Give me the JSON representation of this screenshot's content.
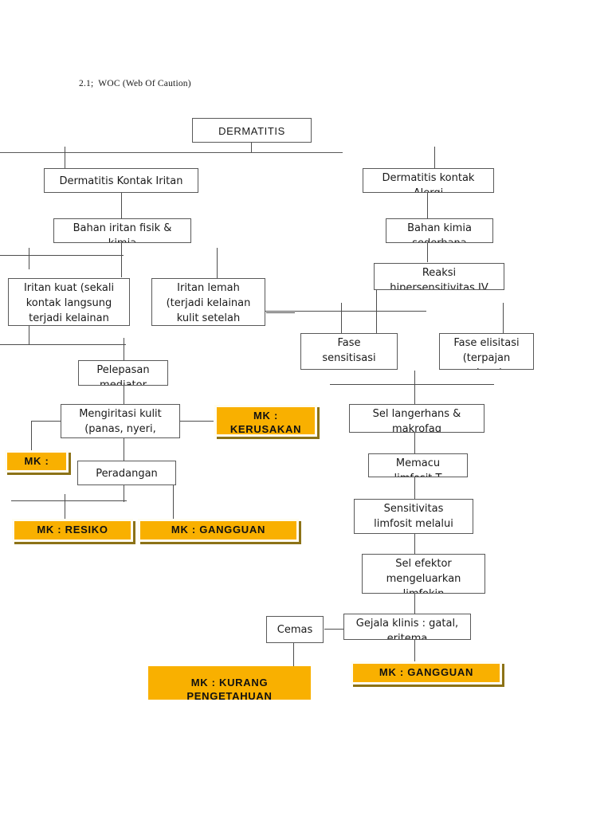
{
  "page": {
    "heading": "2.1;  WOC (Web Of Caution)",
    "colors": {
      "accent_orange": "#F9B000",
      "callout_frame": "#FFFDF2",
      "callout_shadow": "#8C7217",
      "node_border": "#595959",
      "connector": "#4d4d4d",
      "text": "#1a1a1a",
      "background": "#ffffff"
    }
  },
  "nodes": {
    "root": "DERMATITIS",
    "dki": "Dermatitis Kontak Iritan",
    "dka": "Dermatitis kontak\nAlergi",
    "bahan_iritan": "Bahan iritan fisik &\nkimia",
    "bahan_kimia": "Bahan kimia\nsederhana",
    "iritan_kuat": "Iritan kuat (sekali\nkontak langsung\nterjadi kelainan\nkulit)",
    "iritan_lemah": "Iritan lemah\n(terjadi kelainan\nkulit  setelah\nkontak berulang)",
    "reaksi_hipersensitivitas": "Reaksi\nhipersensitivitas IV",
    "fase_sensitisasi": "Fase\nsensitisasi",
    "fase_elisitasi": "Fase elisitasi\n(terpajan\nulang)",
    "pelepasan": "Pelepasan\nmediator",
    "mengiritasi_kulit": "Mengiritasi kulit\n(panas, nyeri,\ngatal)",
    "peradangan": "Peradangan",
    "sel_langerhans": "Sel langerhans &\nmakrofag",
    "memacu": "Memacu\nlimfosit T",
    "sensitivitas": "Sensitivitas\nlimfosit melalui\nsaluran limfe",
    "sel_efektor": "Sel efektor\nmengeluarkan\nlimfokin",
    "gejala_klinis": "Gejala klinis : gatal,\neritema",
    "cemas": "Cemas"
  },
  "callouts": {
    "mk_kerusakan": "MK :\nKERUSAKAN\nINTEGRITAS KULIT",
    "mk_nyeri": "MK :\nNYERI",
    "mk_resiko": "MK   :   RESIKO\nINFEKSI",
    "mk_gangguan_rasa": "MK : GANGGUAN\nRASA NYAMAN",
    "mk_gangguan_citra": "MK : GANGGUAN\nCITRA TUBUH",
    "mk_kurang": "MK : KURANG\nPENGETAHUAN"
  }
}
